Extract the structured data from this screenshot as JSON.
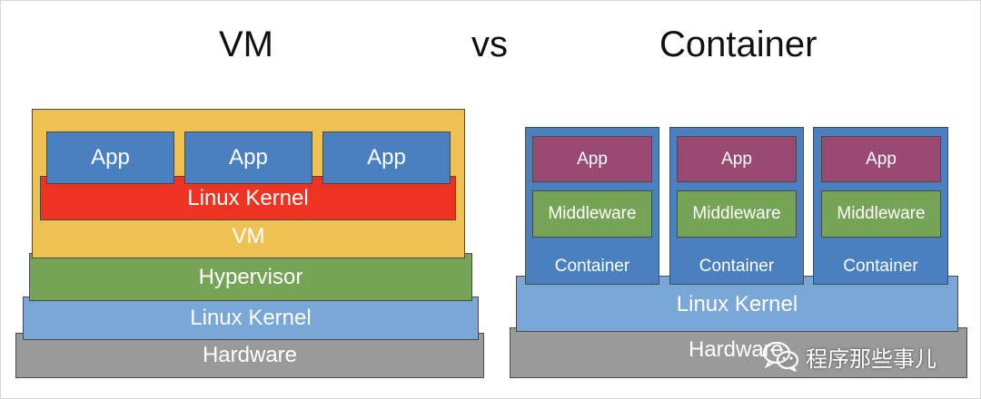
{
  "colors": {
    "yellow": "#edc252",
    "blue_app": "#4a80c0",
    "red": "#ee3322",
    "green": "#75a457",
    "light_blue": "#79a8d8",
    "gray": "#9a9a9a",
    "purple": "#9a4a72",
    "container_blue": "#4a80c0"
  },
  "titles": {
    "vm": "VM",
    "vs": "vs",
    "container": "Container"
  },
  "vm_stack": {
    "apps": [
      "App",
      "App",
      "App"
    ],
    "guest_kernel": "Linux Kernel",
    "vm_label": "VM",
    "hypervisor": "Hypervisor",
    "host_kernel": "Linux Kernel",
    "hardware": "Hardware"
  },
  "container_stack": {
    "containers": [
      {
        "app": "App",
        "middleware": "Middleware",
        "label": "Container"
      },
      {
        "app": "App",
        "middleware": "Middleware",
        "label": "Container"
      },
      {
        "app": "App",
        "middleware": "Middleware",
        "label": "Container"
      }
    ],
    "kernel": "Linux Kernel",
    "hardware": "Hardware"
  },
  "watermark": {
    "icon": "wechat-icon",
    "text": "程序那些事儿"
  }
}
